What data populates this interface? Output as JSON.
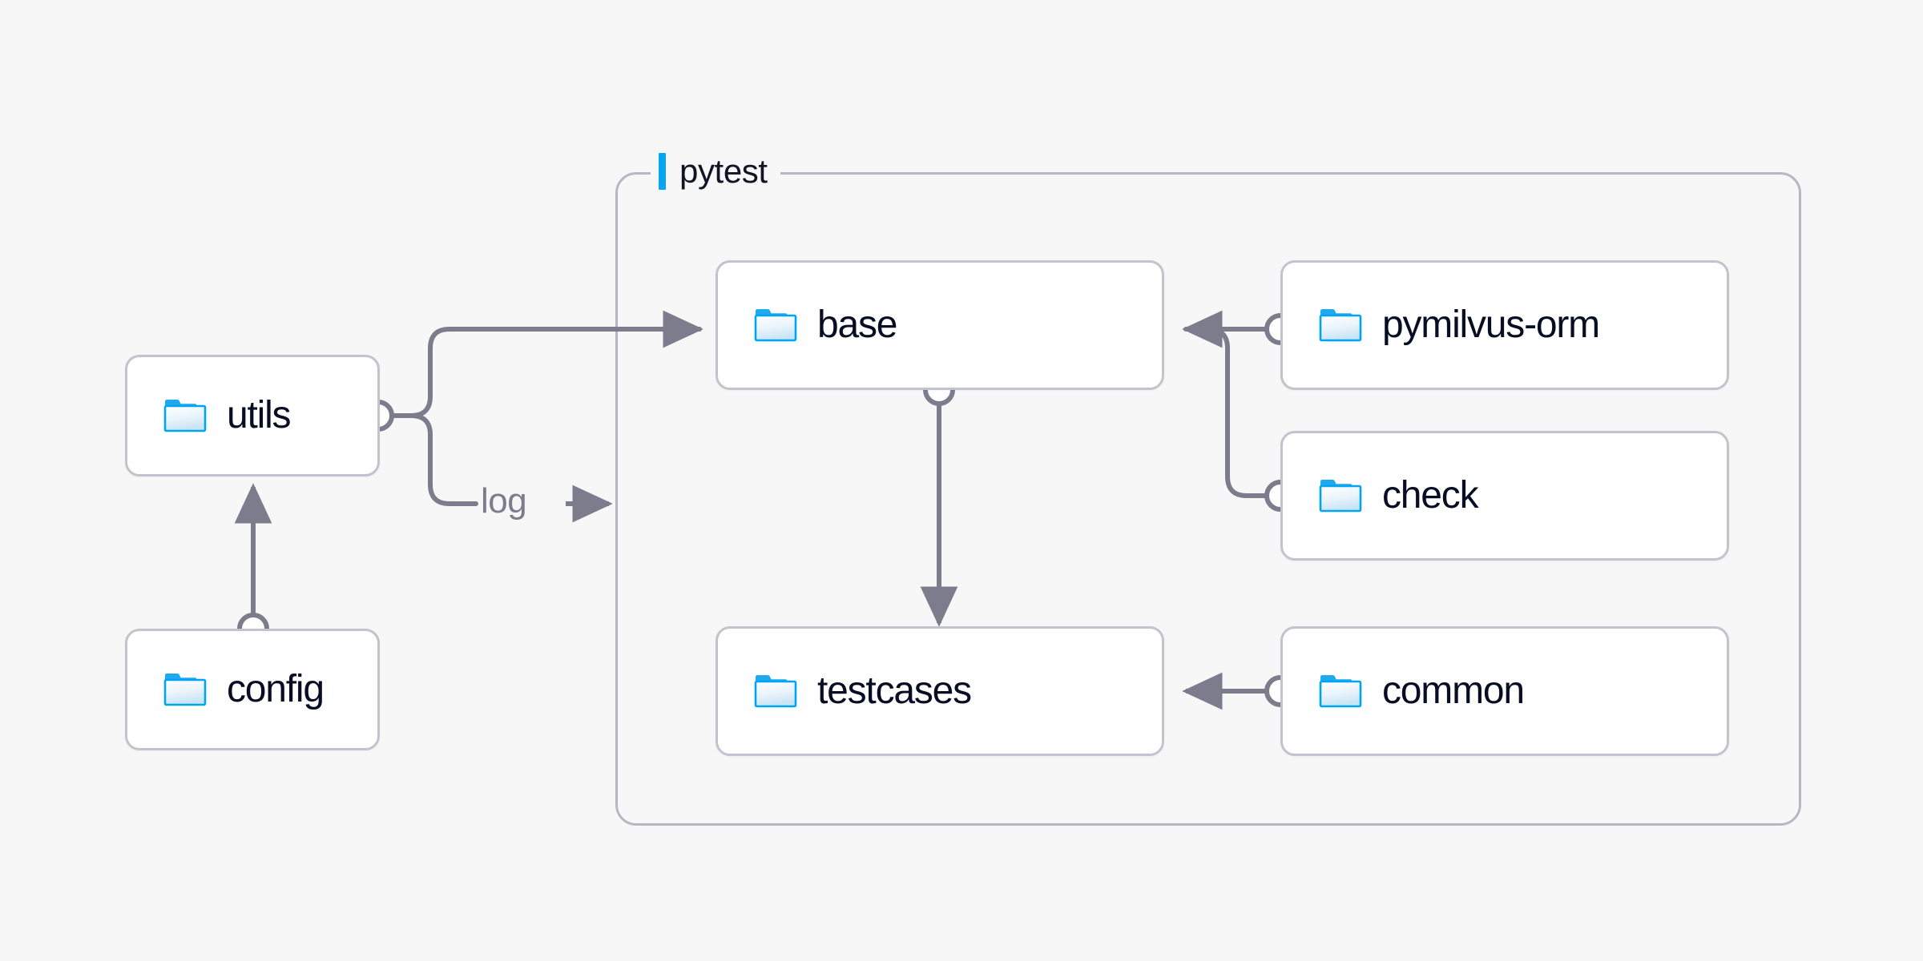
{
  "diagram": {
    "background_color": "#f7f7f7",
    "accent_color": "#05a8f0",
    "line_color": "#7c7c8c",
    "node_border_color": "#c3c3ce",
    "group_border_color": "#b7b7c4",
    "text_color": "#070d22"
  },
  "group": {
    "label": "pytest",
    "accent_icon": "vertical-accent-bar"
  },
  "nodes": [
    {
      "id": "utils",
      "label": "utils",
      "icon": "folder-icon"
    },
    {
      "id": "config",
      "label": "config",
      "icon": "folder-icon"
    },
    {
      "id": "base",
      "label": "base",
      "icon": "folder-icon"
    },
    {
      "id": "testcases",
      "label": "testcases",
      "icon": "folder-icon"
    },
    {
      "id": "pymilvus-orm",
      "label": "pymilvus-orm",
      "icon": "folder-icon"
    },
    {
      "id": "check",
      "label": "check",
      "icon": "folder-icon"
    },
    {
      "id": "common",
      "label": "common",
      "icon": "folder-icon"
    }
  ],
  "edges": [
    {
      "id": "utils-to-base",
      "from": "utils",
      "to": "base",
      "label": ""
    },
    {
      "id": "utils-to-log",
      "from": "utils",
      "to": "pytest",
      "label": "log"
    },
    {
      "id": "config-to-utils",
      "from": "config",
      "to": "utils",
      "label": ""
    },
    {
      "id": "base-to-testcases",
      "from": "base",
      "to": "testcases",
      "label": ""
    },
    {
      "id": "pymilvus-orm-to-base",
      "from": "pymilvus-orm",
      "to": "base",
      "label": ""
    },
    {
      "id": "check-to-base",
      "from": "check",
      "to": "base",
      "label": ""
    },
    {
      "id": "common-to-testcases",
      "from": "common",
      "to": "testcases",
      "label": ""
    }
  ],
  "edge_labels": {
    "log": "log"
  }
}
